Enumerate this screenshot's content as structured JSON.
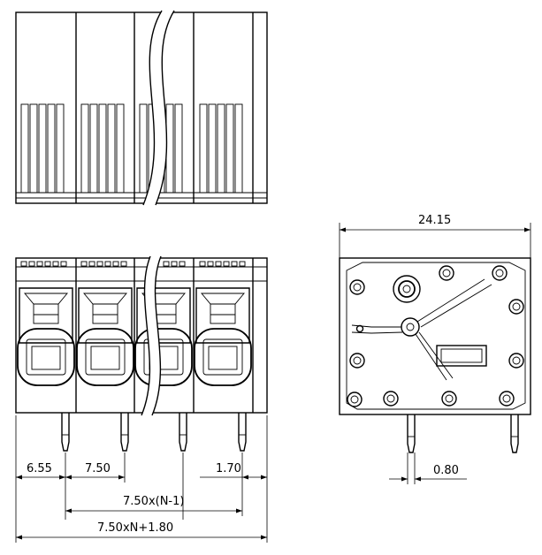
{
  "dimensions": {
    "pitch_left": "6.55",
    "pitch": "7.50",
    "offset_right": "1.70",
    "pitch_total": "7.50x(N-1)",
    "overall_length": "7.50xN+1.80",
    "side_width": "24.15",
    "pin_thickness": "0.80"
  },
  "colors": {
    "line": "#000000",
    "background": "#ffffff"
  }
}
